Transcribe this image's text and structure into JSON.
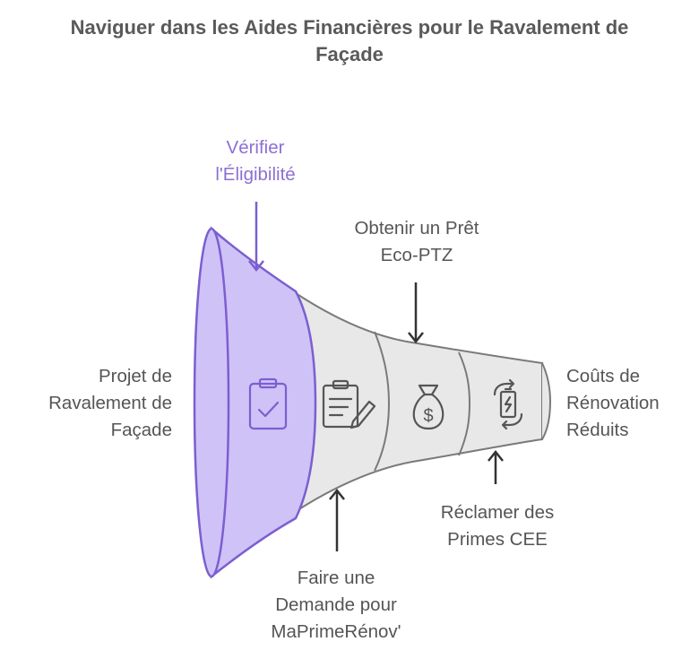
{
  "title": "Naviguer dans les Aides Financières pour le Ravalement de\nFaçade",
  "colors": {
    "accent": "#7b5fd0",
    "accent_fill": "#cfc2f7",
    "funnel_fill": "#e8e8e8",
    "stroke": "#7a7a7a",
    "text": "#555555"
  },
  "input_label": "Projet de\nRavalement de\nFaçade",
  "output_label": "Coûts de\nRénovation\nRéduits",
  "steps": [
    {
      "label": "Vérifier\nl'Éligibilité",
      "icon": "clipboard-check-icon",
      "highlight": true
    },
    {
      "label": "Faire une\nDemande pour\nMaPrimeRénov'",
      "icon": "form-pen-icon",
      "highlight": false
    },
    {
      "label": "Obtenir un Prêt\nEco-PTZ",
      "icon": "money-bag-icon",
      "highlight": false
    },
    {
      "label": "Réclamer des\nPrimes CEE",
      "icon": "energy-refresh-icon",
      "highlight": false
    }
  ]
}
